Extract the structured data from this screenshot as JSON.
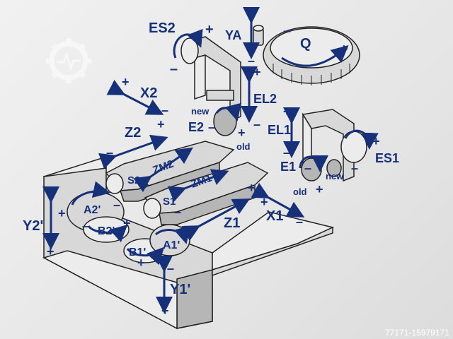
{
  "diagram": {
    "labels": {
      "es2": "ES2",
      "ya": "YA",
      "q": "Q",
      "x2": "X2",
      "el2": "EL2",
      "new_top": "new",
      "e2": "E2",
      "old_top": "old",
      "el1": "EL1",
      "es1": "ES1",
      "z2": "Z2",
      "zm2": "ZM2",
      "s2": "S2",
      "e1": "E1",
      "new_right": "new",
      "old_right": "old",
      "zm1": "ZM1",
      "s1": "S1",
      "a2p": "A2'",
      "b2p": "B2'",
      "y2p": "Y2'",
      "z1": "Z1",
      "x1": "X1",
      "b1p": "B1'",
      "a1p": "A1'",
      "y1p": "Y1'"
    },
    "signs": {
      "plus": "+",
      "minus": "–"
    },
    "watermark": "77171-15979171",
    "colors": {
      "label": "#16307a",
      "metal": "#d8d8d8",
      "background": "#e9e9e9"
    }
  }
}
